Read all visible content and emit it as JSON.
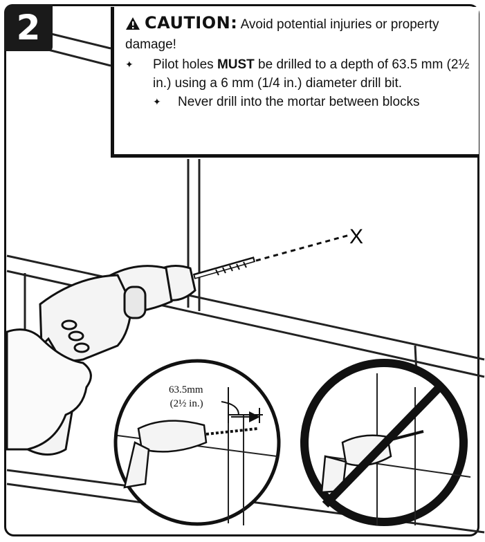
{
  "step": {
    "number": "2"
  },
  "caution": {
    "heading": "CAUTION:",
    "intro": "Avoid potential injuries or property damage!",
    "icon": "warning-triangle-icon",
    "bullets": [
      {
        "icon": "star-bullet-icon",
        "pre": "Pilot holes ",
        "emphasis": "MUST",
        "post": " be drilled to a depth of 63.5 mm (2½ in.) using a 6 mm (1/4 in.) diameter drill bit."
      },
      {
        "icon": "star-bullet-icon",
        "text": "Never drill into the mortar between blocks"
      }
    ]
  },
  "detail": {
    "dimension_metric": "63.5mm",
    "dimension_imperial": "(2½ in.)"
  },
  "target_mark": "X",
  "colors": {
    "ink": "#111111",
    "badge": "#1a1a1a",
    "prohibited": "#111111"
  }
}
